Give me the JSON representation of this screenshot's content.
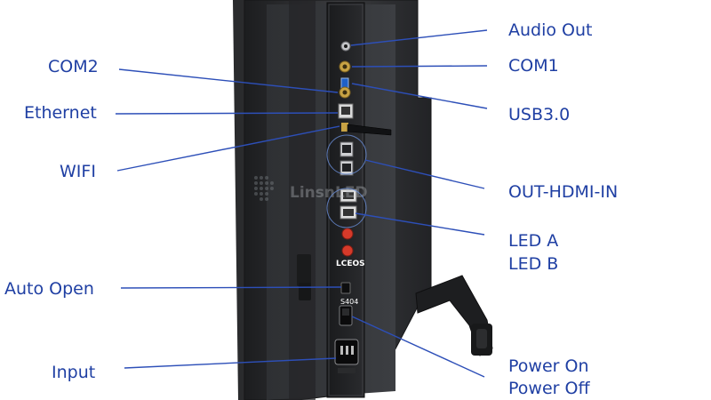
{
  "colors": {
    "label_text": "#1f3fa3",
    "leader_line": "#2d4fb8",
    "panel_dark": "#2b2d30",
    "panel_edge": "#48494c",
    "port_red": "#d63a2a",
    "device_label": "#ffffff"
  },
  "device": {
    "brand_watermark": "LinsnLED",
    "controller_label": "LCEOS",
    "model_label": "S404"
  },
  "labels": {
    "audio_out": "Audio Out",
    "com1": "COM1",
    "com2": "COM2",
    "usb30": "USB3.0",
    "ethernet": "Ethernet",
    "wifi": "WIFI",
    "out_hdmi_in": "OUT-HDMI-IN",
    "led_a": "LED A",
    "led_b": "LED B",
    "auto_open": "Auto Open",
    "power_on": "Power On",
    "power_off": "Power Off",
    "input": "Input"
  }
}
